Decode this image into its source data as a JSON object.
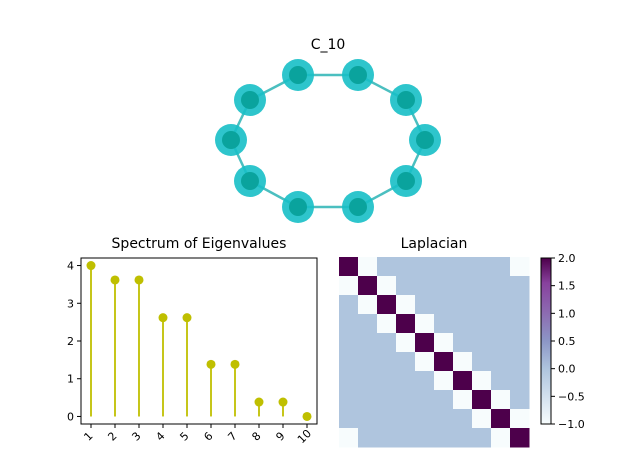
{
  "figure": {
    "graph_title": "C_10",
    "node_color": "#17bfc7",
    "node_core_color": "#0aa39d",
    "edge_color": "#4bbfc0"
  },
  "chart_data": [
    {
      "type": "stem",
      "title": "Spectrum of Eigenvalues",
      "categories": [
        "1",
        "2",
        "3",
        "4",
        "5",
        "6",
        "7",
        "8",
        "9",
        "10"
      ],
      "values": [
        4.0,
        3.618,
        3.618,
        2.618,
        2.618,
        1.382,
        1.382,
        0.382,
        0.382,
        0.0
      ],
      "yticks": [
        0,
        1,
        2,
        3,
        4
      ],
      "ylim": [
        -0.2,
        4.2
      ],
      "color": "#bfbf00",
      "grid": false
    },
    {
      "type": "heatmap",
      "title": "Laplacian",
      "matrix": [
        [
          2,
          -1,
          0,
          0,
          0,
          0,
          0,
          0,
          0,
          -1
        ],
        [
          -1,
          2,
          -1,
          0,
          0,
          0,
          0,
          0,
          0,
          0
        ],
        [
          0,
          -1,
          2,
          -1,
          0,
          0,
          0,
          0,
          0,
          0
        ],
        [
          0,
          0,
          -1,
          2,
          -1,
          0,
          0,
          0,
          0,
          0
        ],
        [
          0,
          0,
          0,
          -1,
          2,
          -1,
          0,
          0,
          0,
          0
        ],
        [
          0,
          0,
          0,
          0,
          -1,
          2,
          -1,
          0,
          0,
          0
        ],
        [
          0,
          0,
          0,
          0,
          0,
          -1,
          2,
          -1,
          0,
          0
        ],
        [
          0,
          0,
          0,
          0,
          0,
          0,
          -1,
          2,
          -1,
          0
        ],
        [
          0,
          0,
          0,
          0,
          0,
          0,
          0,
          -1,
          2,
          -1
        ],
        [
          -1,
          0,
          0,
          0,
          0,
          0,
          0,
          0,
          -1,
          2
        ]
      ],
      "colorbar_ticks": [
        "2.0",
        "1.5",
        "1.0",
        "0.5",
        "0.0",
        "−0.5",
        "−1.0"
      ],
      "colorbar_range": [
        -1.0,
        2.0
      ],
      "colormap": "BuPu"
    }
  ]
}
